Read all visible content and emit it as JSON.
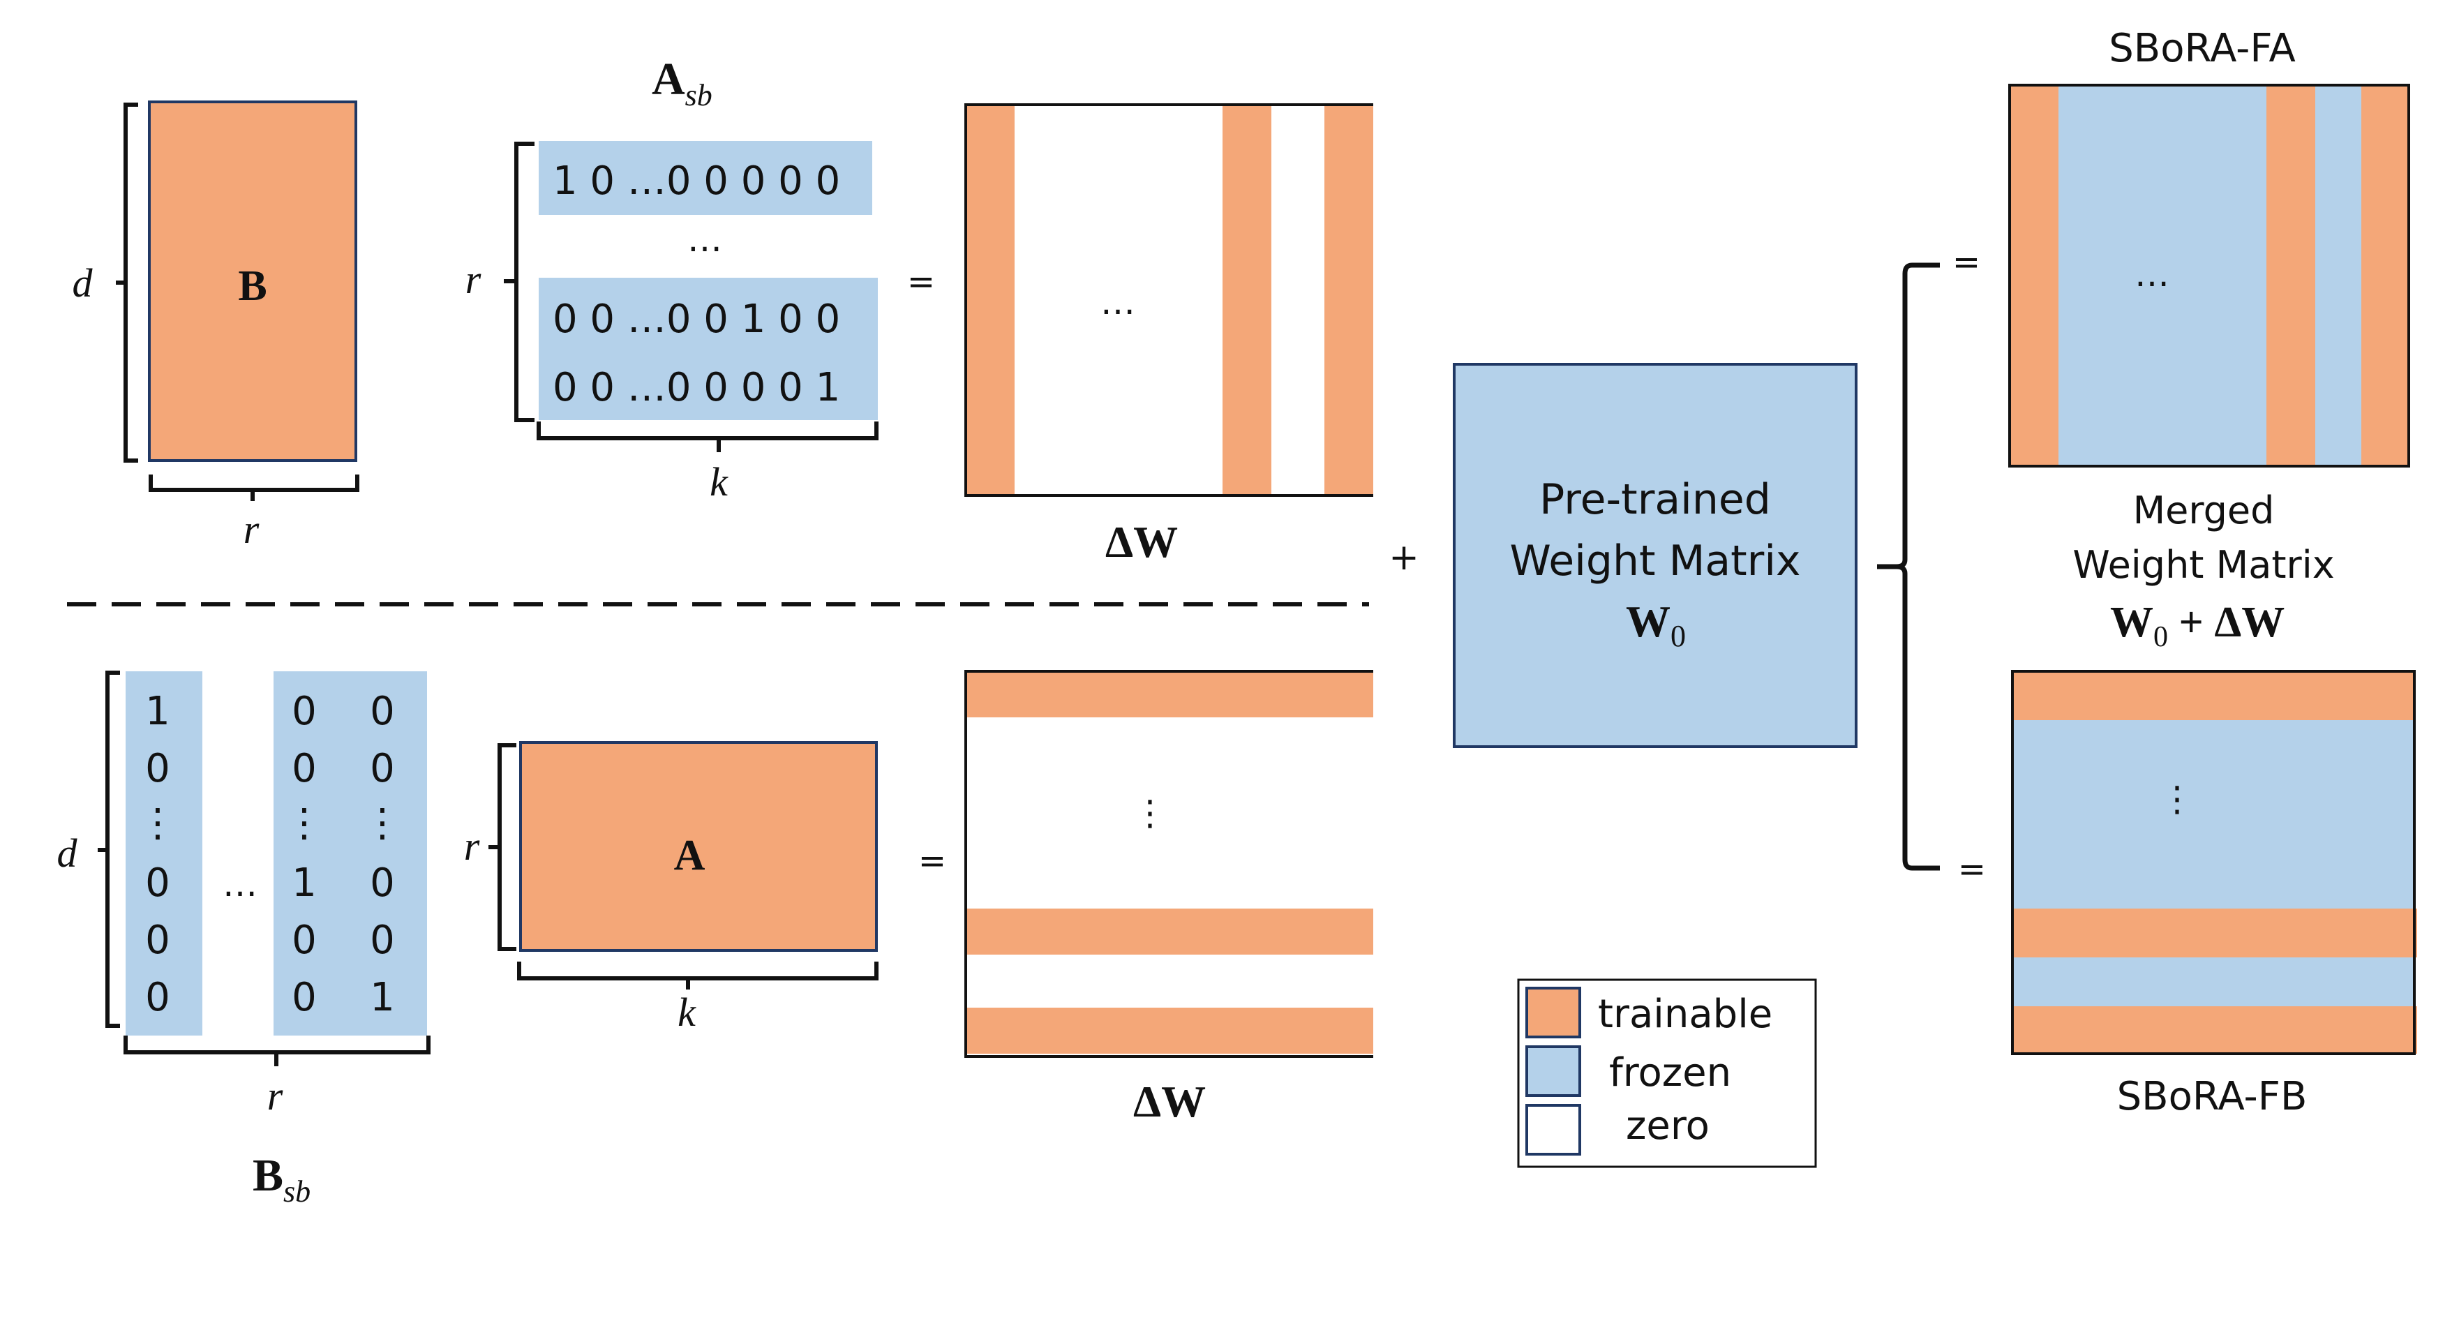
{
  "colors": {
    "trainable": "#F4A778",
    "frozen": "#B4D1EA",
    "zero": "#FFFFFF",
    "border": "#203864",
    "ink": "#111111"
  },
  "top": {
    "b_label": "B",
    "d_label": "d",
    "r_label_b": "r",
    "a_title": "A",
    "a_title_sub": "sb",
    "a_r_label": "r",
    "a_k_label": "k",
    "a_rows": [
      "1 0 …0 0 0 0 0",
      "…",
      "0 0 …0 0 1 0 0",
      "0 0 …0 0 0 0 1"
    ],
    "equals": "=",
    "dw_dots": "…",
    "dw_label": "ΔW"
  },
  "bottom": {
    "d_label": "d",
    "r_label": "r",
    "b_title": "B",
    "b_title_sub": "sb",
    "b_col1": [
      "1",
      "0",
      "⋮",
      "0",
      "0",
      "0"
    ],
    "b_hdots": "…",
    "b_col2": [
      "0",
      "0",
      "⋮",
      "1",
      "0",
      "0"
    ],
    "b_col3": [
      "0",
      "0",
      "⋮",
      "0",
      "0",
      "1"
    ],
    "a_r_label": "r",
    "a_label": "A",
    "a_k_label": "k",
    "equals": "=",
    "dw_dots": "⋮",
    "dw_label": "ΔW"
  },
  "plus": "+",
  "pretrained": {
    "line1": "Pre-trained",
    "line2": "Weight Matrix",
    "w0": "W",
    "w0_sub": "0"
  },
  "merged": {
    "fa_title": "SBoRA-FA",
    "fa_dots": "…",
    "fa_eq": "=",
    "line1": "Merged",
    "line2": "Weight Matrix",
    "w0": "W",
    "w0_sub": "0",
    "plus_dw": " + ΔW",
    "fb_eq": "=",
    "fb_dots": "⋮",
    "fb_title": "SBoRA-FB"
  },
  "legend": {
    "trainable": "trainable",
    "frozen": "frozen",
    "zero": "zero"
  }
}
